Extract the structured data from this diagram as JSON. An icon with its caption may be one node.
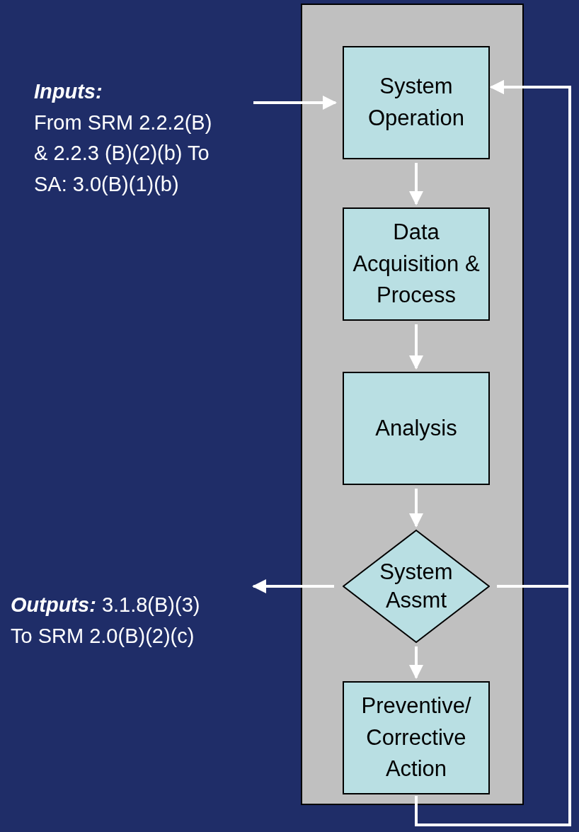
{
  "diagram": {
    "nodes": [
      {
        "text": [],
        "shape": "box"
      },
      {
        "text": [
          "System Operation"
        ],
        "in": 0
      },
      {
        "text": [
          "Data Acquisition & Process"
        ],
        "in": 0
      },
      {
        "text": [
          "Analysis"
        ],
        "in": 0
      },
      {
        "text": [
          "System Assmt"
        ],
        "in": 0
      },
      {
        "text": [
          "Preventive/ Corrective Action"
        ],
        "in": 0
      },
      {
        "text": [
          "Inputs:",
          "From SRM 2.2.2(B) & 2.2.3 (B)(2)(b) To SA: 3.0(B)(1)(b)"
        ]
      },
      {
        "text": [
          "Outputs:",
          "3.1.8(B)(3) To SRM 2.0(B)(2)(c)"
        ]
      }
    ],
    "edges": [
      {
        "from": 6,
        "to": 1,
        "arrow": "to"
      },
      {
        "from": 1,
        "to": 2,
        "arrow": "to"
      },
      {
        "from": 2,
        "to": 3,
        "arrow": "to"
      },
      {
        "from": 3,
        "to": 4,
        "arrow": "to"
      },
      {
        "from": 4,
        "to": 7,
        "arrow": "to"
      },
      {
        "from": 4,
        "to": 5,
        "arrow": "to"
      },
      {
        "from": 4,
        "to": 1,
        "arrow": "to"
      },
      {
        "from": 5,
        "to": 1,
        "arrow": "to"
      }
    ]
  }
}
